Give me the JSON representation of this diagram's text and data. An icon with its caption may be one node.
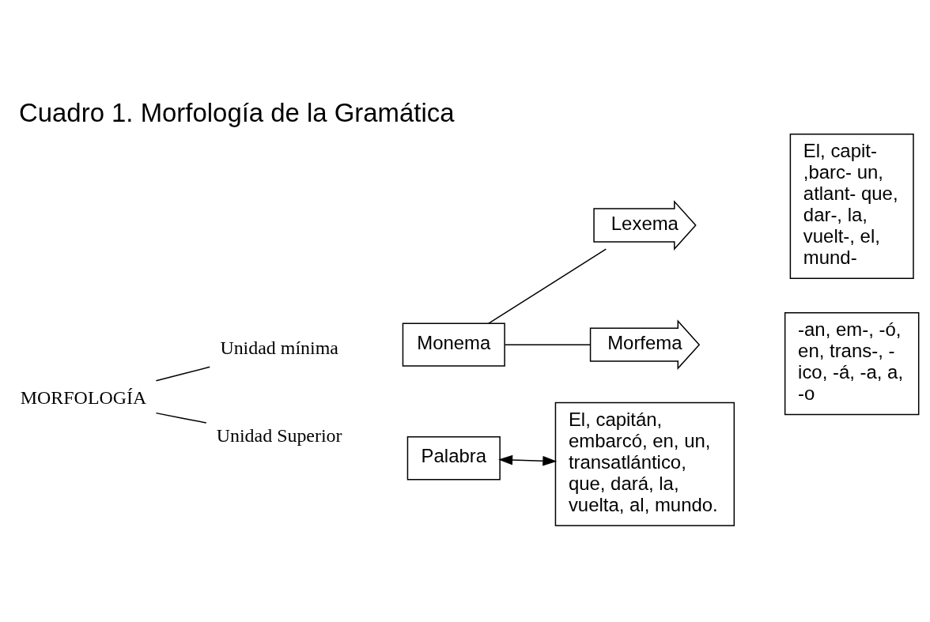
{
  "diagram": {
    "title": "Cuadro 1. Morfología de la Gramática",
    "nodes": [
      {
        "text": [
          "MORFOLOGÍA"
        ]
      },
      {
        "text": [
          "Unidad mínima"
        ]
      },
      {
        "text": [
          "Unidad Superior"
        ]
      },
      {
        "text": [
          "Monema"
        ]
      },
      {
        "text": [
          "Lexema"
        ]
      },
      {
        "text": [
          "El, capit- ,barc- un, atlant- que, dar-, la, vuelt-, el, mund-"
        ]
      },
      {
        "text": [
          "Morfema"
        ]
      },
      {
        "text": [
          "-an, em-, -ó, en, trans-, - ico, -á, -a, a, -o"
        ]
      },
      {
        "text": [
          "Palabra"
        ]
      },
      {
        "text": [
          "El, capitán, embarcó, en, un, transatlántico, que, dará, la, vuelta, al, mundo."
        ]
      }
    ],
    "edges": [
      {
        "from": 0,
        "to": 1,
        "arrow": "none"
      },
      {
        "from": 0,
        "to": 2,
        "arrow": "none"
      },
      {
        "from": 3,
        "to": 4,
        "arrow": "none"
      },
      {
        "from": 3,
        "to": 6,
        "arrow": "none"
      },
      {
        "from": 8,
        "to": 9,
        "arrow": "both"
      }
    ]
  }
}
